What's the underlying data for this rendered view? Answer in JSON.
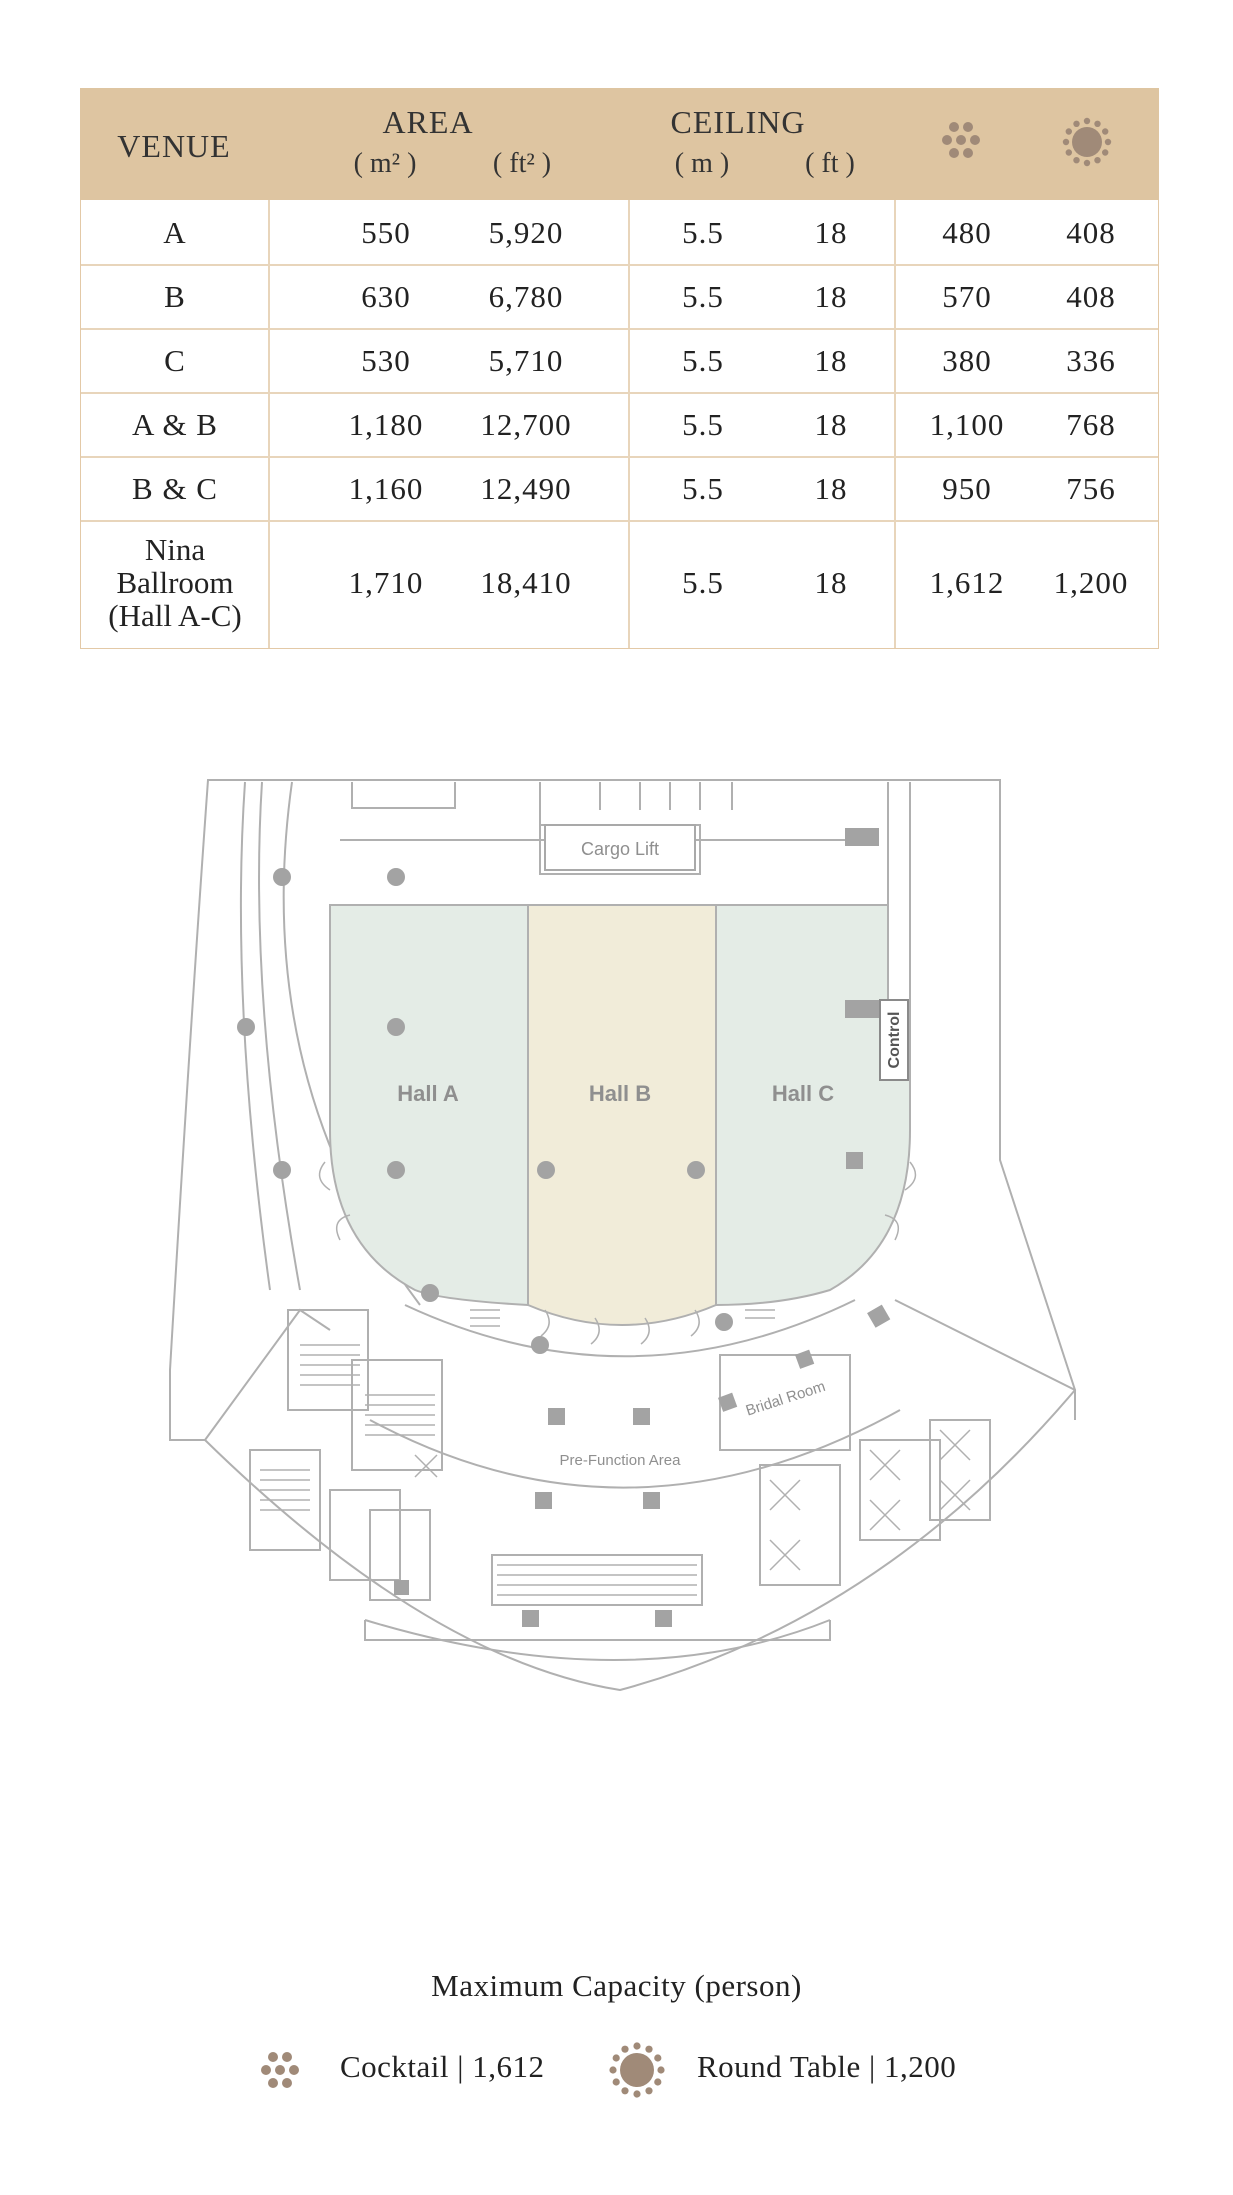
{
  "table": {
    "header": {
      "venue": "VENUE",
      "area": "AREA",
      "area_m2": "( m² )",
      "area_ft2": "( ft² )",
      "ceiling": "CEILING",
      "ceiling_m": "( m )",
      "ceiling_ft": "( ft )",
      "cocktail_icon": "cocktail-dots-icon",
      "round_icon": "round-table-icon"
    },
    "rows": [
      {
        "venue": "A",
        "area_m2": "550",
        "area_ft2": "5,920",
        "ceil_m": "5.5",
        "ceil_ft": "18",
        "cocktail": "480",
        "round": "408"
      },
      {
        "venue": "B",
        "area_m2": "630",
        "area_ft2": "6,780",
        "ceil_m": "5.5",
        "ceil_ft": "18",
        "cocktail": "570",
        "round": "408"
      },
      {
        "venue": "C",
        "area_m2": "530",
        "area_ft2": "5,710",
        "ceil_m": "5.5",
        "ceil_ft": "18",
        "cocktail": "380",
        "round": "336"
      },
      {
        "venue": "A & B",
        "area_m2": "1,180",
        "area_ft2": "12,700",
        "ceil_m": "5.5",
        "ceil_ft": "18",
        "cocktail": "1,100",
        "round": "768"
      },
      {
        "venue": "B & C",
        "area_m2": "1,160",
        "area_ft2": "12,490",
        "ceil_m": "5.5",
        "ceil_ft": "18",
        "cocktail": "950",
        "round": "756"
      },
      {
        "venue_lines": [
          "Nina",
          "Ballroom",
          "(Hall A-C)"
        ],
        "area_m2": "1,710",
        "area_ft2": "18,410",
        "ceil_m": "5.5",
        "ceil_ft": "18",
        "cocktail": "1,612",
        "round": "1,200"
      }
    ]
  },
  "plan": {
    "hall_a": "Hall A",
    "hall_b": "Hall B",
    "hall_c": "Hall C",
    "cargo_lift": "Cargo Lift",
    "control": "Control",
    "bridal_room": "Bridal Room",
    "pre_function": "Pre-Function Area",
    "colors": {
      "hall_a": "#e4ece6",
      "hall_b": "#f1ecd9",
      "hall_c": "#e4ece6",
      "wall": "#a9a9a9",
      "pillar": "#a3a3a3"
    }
  },
  "legend": {
    "title": "Maximum Capacity (person)",
    "cocktail": "Cocktail | 1,612",
    "round_table": "Round Table | 1,200",
    "icon_color": "#a08a78"
  }
}
